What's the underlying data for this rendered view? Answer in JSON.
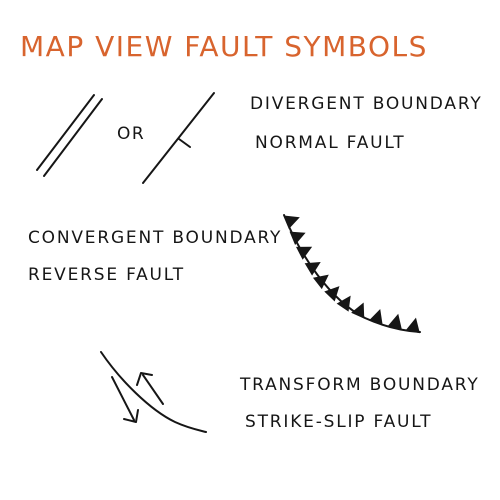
{
  "title": "MAP VIEW FAULT SYMBOLS",
  "connector": "OR",
  "groups": [
    {
      "boundary": "DIVERGENT BOUNDARY",
      "fault": "NORMAL FAULT"
    },
    {
      "boundary": "CONVERGENT BOUNDARY",
      "fault": "REVERSE FAULT"
    },
    {
      "boundary": "TRANSFORM BOUNDARY",
      "fault": "STRIKE-SLIP FAULT"
    }
  ],
  "colors": {
    "title": "#d8642e",
    "ink": "#161616"
  }
}
